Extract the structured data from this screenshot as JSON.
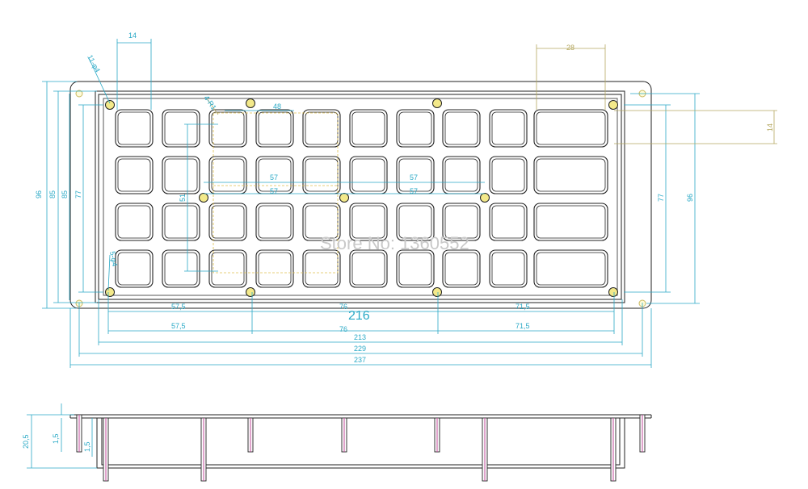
{
  "dimensions": {
    "top_key_width": "14",
    "top_right_width": "28",
    "mount_hole": "11-φ4",
    "corner_radius": "4-R1",
    "inner_width": "48",
    "right_height": "14",
    "left_96": "96",
    "left_85": "85",
    "left_85b": "85",
    "left_77": "77",
    "inner_51": "51",
    "right_77": "77",
    "right_96": "96",
    "span_57_a": "57",
    "span_57_b": "57",
    "span_57_c": "57",
    "span_57_d": "57",
    "small_hole": "5-φ4",
    "bottom_57_5_a": "57,5",
    "bottom_76_a": "76",
    "bottom_71_5_a": "71,5",
    "bottom_216": "216",
    "bottom_57_5_b": "57,5",
    "bottom_76_b": "76",
    "bottom_71_5_b": "71,5",
    "bottom_213": "213",
    "bottom_229": "229",
    "bottom_237": "237",
    "side_20_5": "20,5",
    "side_1_5_a": "1,5",
    "side_1_5_b": "1,5"
  },
  "watermark": "Store No: 1360552",
  "colors": {
    "line": "#222222",
    "dimension": "#2aa9c6",
    "dimension_alt": "#b5a860",
    "hole_fill": "#f3e98a",
    "pin": "#c04a9a"
  }
}
